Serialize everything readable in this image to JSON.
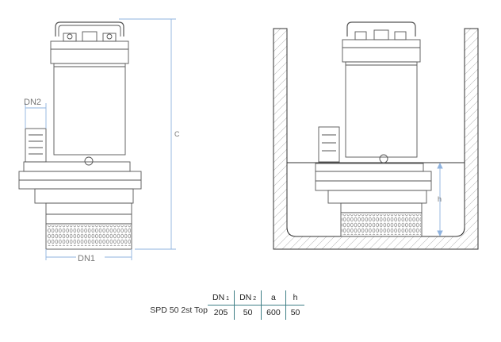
{
  "figure": {
    "labels": {
      "dn2": "DN2",
      "dn1": "DN1",
      "c": "C",
      "h": "h"
    }
  },
  "table": {
    "model": "SPD 50 2st Top",
    "headers": [
      {
        "main": "DN",
        "sub": "1"
      },
      {
        "main": "DN",
        "sub": "2"
      },
      {
        "main": "a",
        "sub": ""
      },
      {
        "main": "h",
        "sub": ""
      }
    ],
    "values": [
      "205",
      "50",
      "600",
      "50"
    ]
  },
  "colors": {
    "dimension_line": "#8fb3df",
    "teal_rule": "#3f7f86",
    "outline": "#444444"
  }
}
